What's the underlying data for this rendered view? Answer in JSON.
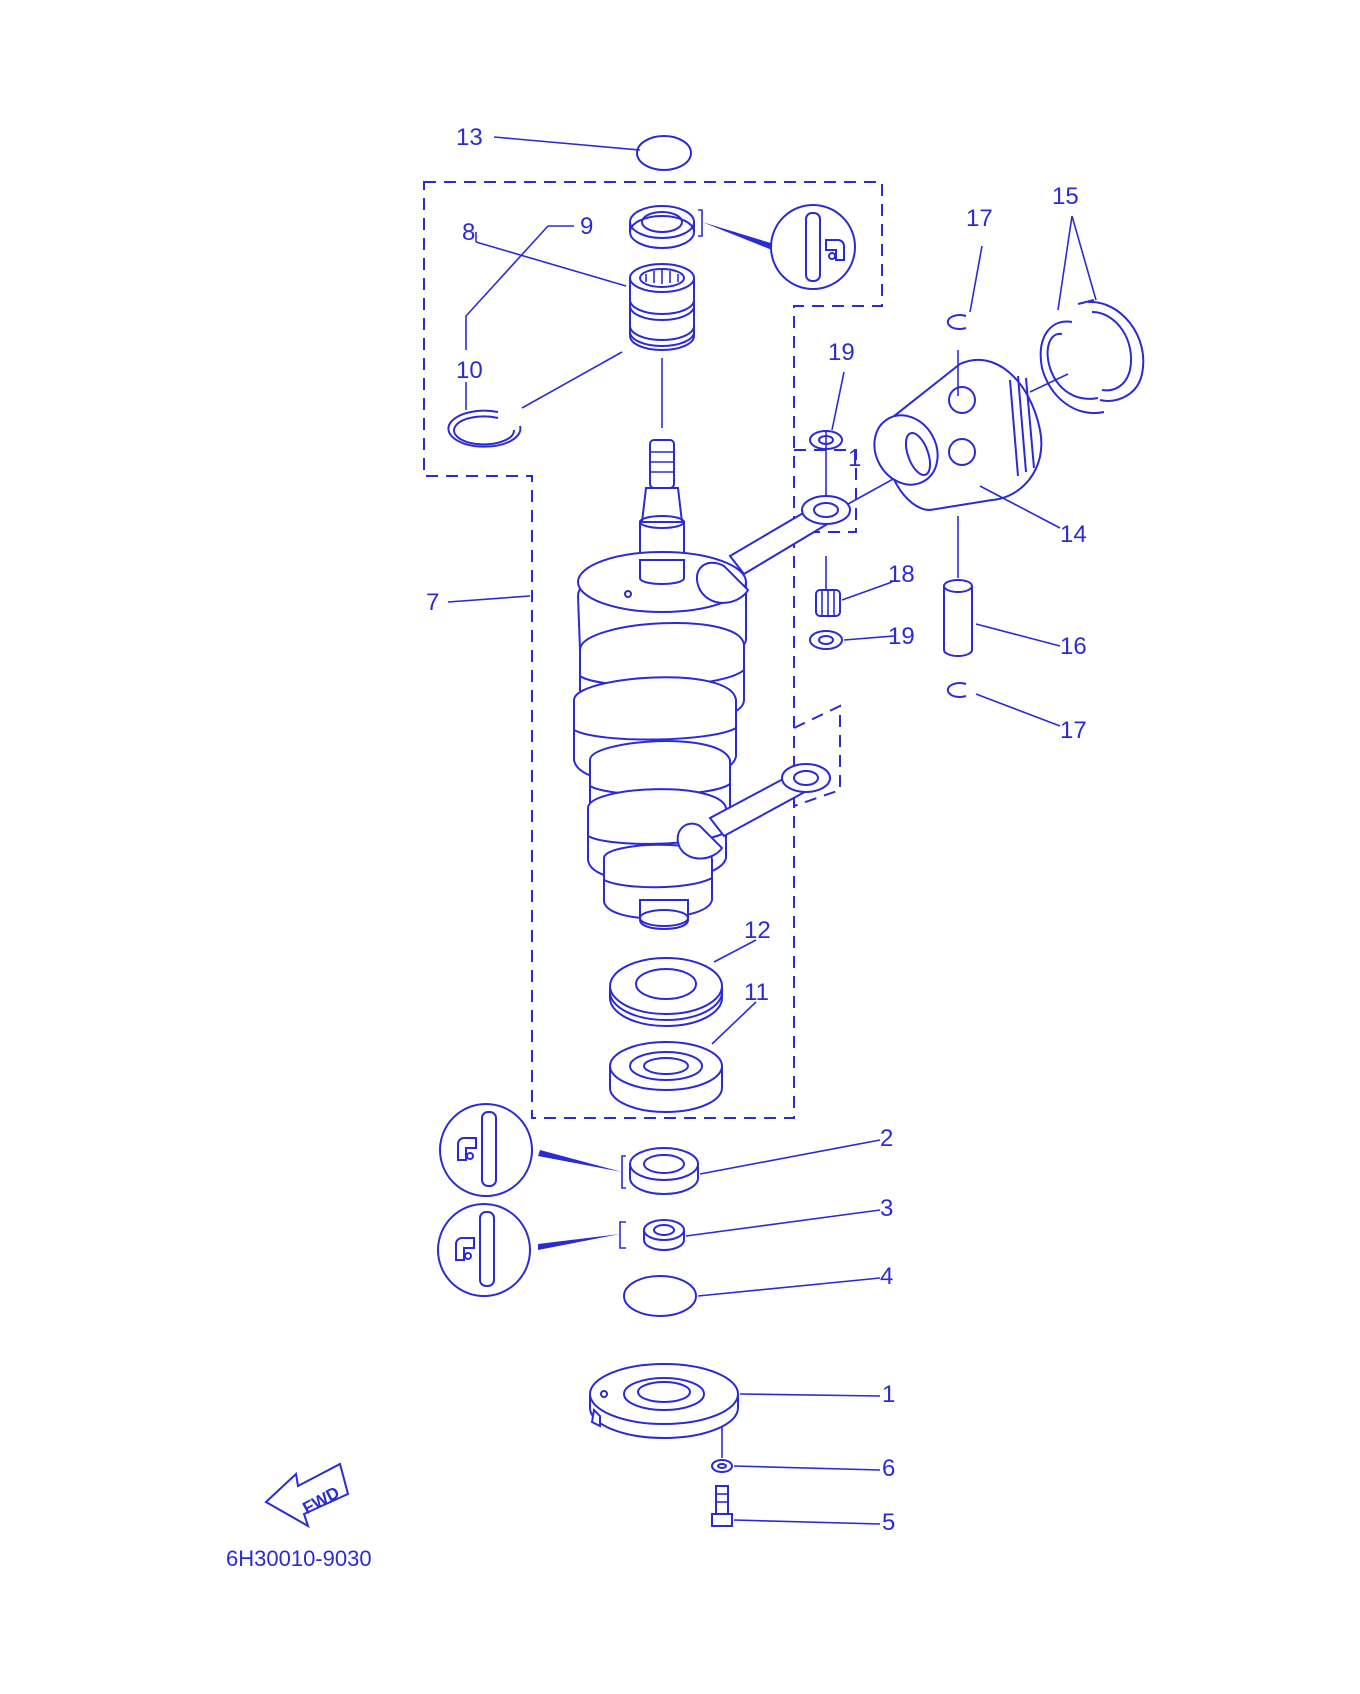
{
  "callouts": {
    "c1": "1",
    "c2": "2",
    "c3": "3",
    "c4": "4",
    "c5": "5",
    "c6": "6",
    "c7": "7",
    "c8": "8",
    "c9": "9",
    "c10": "10",
    "c11": "11",
    "c12": "12",
    "c13": "13",
    "c14": "14",
    "c15": "15",
    "c16": "16",
    "c17a": "17",
    "c17b": "17",
    "c18": "18",
    "c19a": "19",
    "c19b": "19",
    "c1small": "1"
  },
  "fwd_label": "FWD",
  "drawing_code": "6H30010-9030",
  "colors": {
    "line": "#2b2bd6",
    "background": "#ffffff"
  },
  "icons": [
    "grease-apply-icon",
    "fwd-arrow-icon"
  ]
}
